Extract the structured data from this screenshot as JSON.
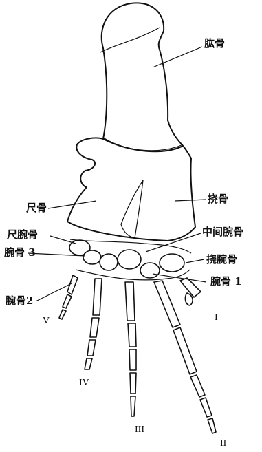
{
  "labels": {
    "humerus": "肱骨",
    "ulna": "尺骨",
    "radius": "挠骨",
    "intermedium": "中间腕骨",
    "ulnare": "尺腕骨",
    "radiale": "挠腕骨",
    "carpal3": "腕骨 3",
    "carpal1": "腕骨 1",
    "carpal2": "腕骨2"
  },
  "digits": {
    "d1": "I",
    "d2": "II",
    "d3": "III",
    "d4": "IV",
    "d5": "V"
  }
}
